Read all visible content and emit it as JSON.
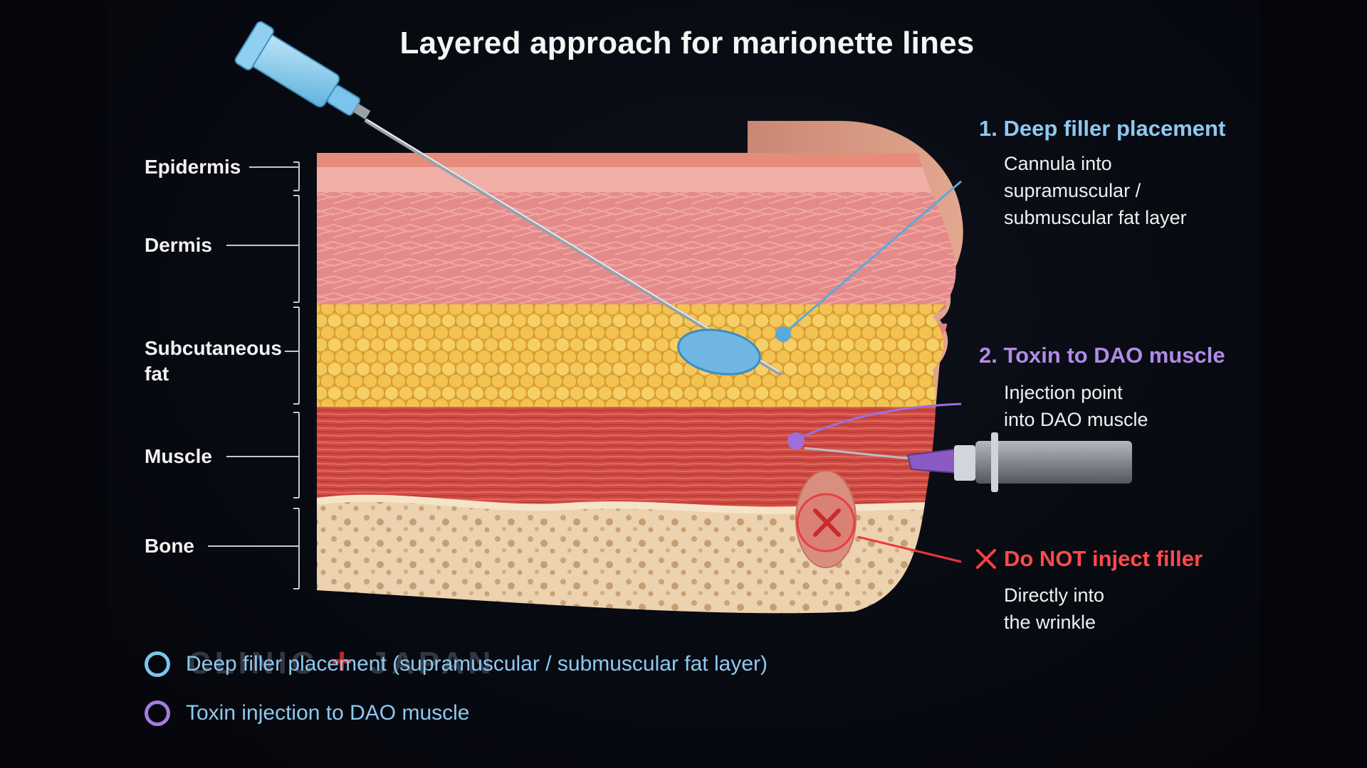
{
  "title": "Layered approach for marionette lines",
  "layers": {
    "epidermis": "Epidermis",
    "dermis": "Dermis",
    "subcutaneous": "Subcutaneous\nfat",
    "muscle": "Muscle",
    "bone": "Bone"
  },
  "callouts": {
    "deep_filler": {
      "heading": "1. Deep filler placement",
      "body": "Cannula into\nsupramuscular /\nsubmuscular fat layer",
      "color": "#8ec9ef"
    },
    "toxin": {
      "heading": "2. Toxin to DAO muscle",
      "body": "Injection point\ninto DAO muscle",
      "color": "#b08be6"
    },
    "do_not": {
      "heading": "Do NOT inject filler",
      "body": "Directly into\nthe wrinkle",
      "color": "#ff4a4a"
    }
  },
  "legend": [
    {
      "label": "Deep filler placement (supramuscular / submuscular fat layer)",
      "color": "#7cc4ec"
    },
    {
      "label": "Toxin injection to DAO muscle",
      "color": "#a67be0"
    }
  ],
  "watermark": {
    "left": "CLINIC",
    "right": "JAPAN",
    "cross": "+"
  },
  "icons": [
    "cannula-icon",
    "syringe-icon",
    "x-mark-icon",
    "filler-bolus-icon"
  ]
}
